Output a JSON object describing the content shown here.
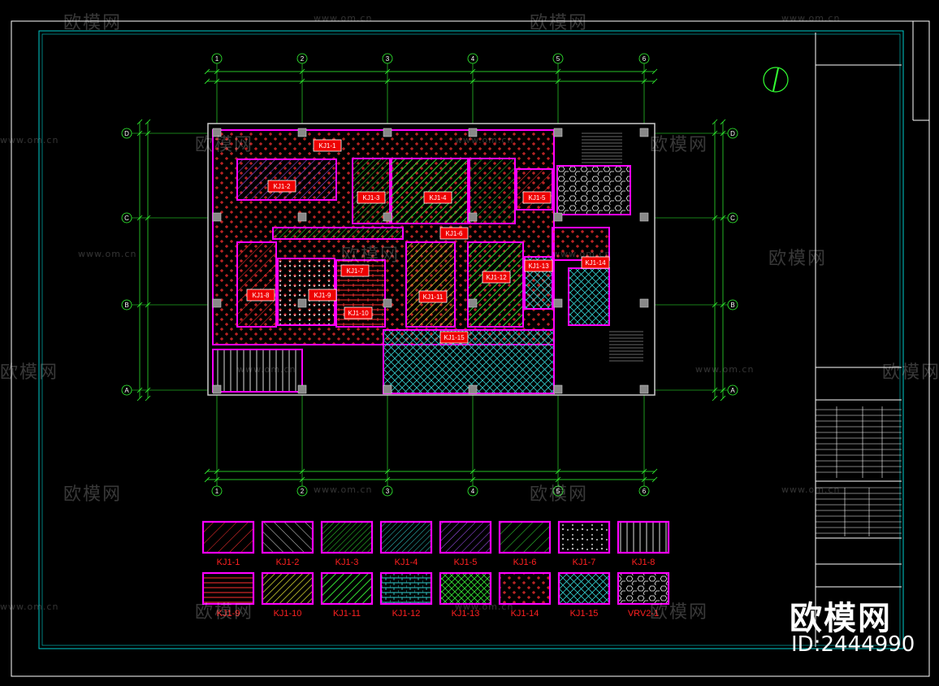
{
  "drawing": {
    "watermark_logo": "欧模网",
    "watermark_url": "www.om.cn",
    "brand_name": "欧模网",
    "brand_id": "ID:2444990"
  },
  "legend": [
    {
      "code": "KJ1-1",
      "pattern": "diag-red"
    },
    {
      "code": "KJ1-2",
      "pattern": "diag-white"
    },
    {
      "code": "KJ1-3",
      "pattern": "diag-green"
    },
    {
      "code": "KJ1-4",
      "pattern": "diag-cyan"
    },
    {
      "code": "KJ1-5",
      "pattern": "diag-purple"
    },
    {
      "code": "KJ1-6",
      "pattern": "diag-green-sparse"
    },
    {
      "code": "KJ1-7",
      "pattern": "dots-white"
    },
    {
      "code": "KJ1-8",
      "pattern": "vertical-white"
    },
    {
      "code": "KJ1-9",
      "pattern": "horizontal-red"
    },
    {
      "code": "KJ1-10",
      "pattern": "diag-yellow"
    },
    {
      "code": "KJ1-11",
      "pattern": "diag-green-thick"
    },
    {
      "code": "KJ1-12",
      "pattern": "brick-cyan"
    },
    {
      "code": "KJ1-13",
      "pattern": "mesh-green"
    },
    {
      "code": "KJ1-14",
      "pattern": "cross-red"
    },
    {
      "code": "KJ1-15",
      "pattern": "crosshatch-cyan"
    },
    {
      "code": "VRV2-1",
      "pattern": "hex-white"
    }
  ],
  "room_tags": [
    "KJ1-1",
    "KJ1-2",
    "KJ1-3",
    "KJ1-4",
    "KJ1-5",
    "KJ1-6",
    "KJ1-7",
    "KJ1-8",
    "KJ1-9",
    "KJ1-10",
    "KJ1-11",
    "KJ1-12",
    "KJ1-13",
    "KJ1-14",
    "KJ1-15"
  ],
  "axis_labels": {
    "columns": [
      "1",
      "2",
      "3",
      "4",
      "5",
      "6"
    ],
    "rows": [
      "D",
      "C",
      "B",
      "A"
    ]
  },
  "colors": {
    "background": "#000000",
    "frame": "#ffffff",
    "inner_frame": "#00ffff",
    "wall": "#ff00ff",
    "tag_fill": "#ff0000",
    "dimension": "#00ff00",
    "legend_text": "#ff0000"
  }
}
